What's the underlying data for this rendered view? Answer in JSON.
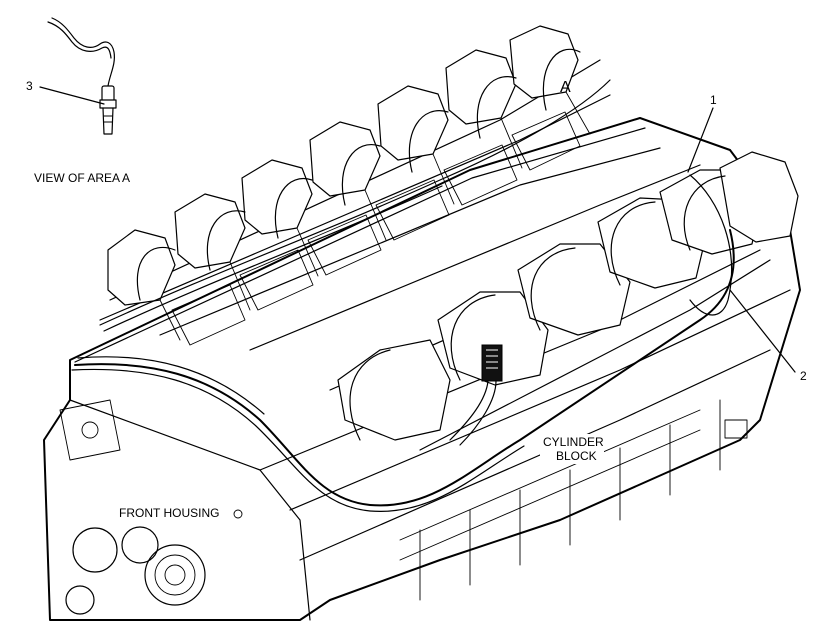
{
  "labels": {
    "callout_1": "1",
    "callout_2": "2",
    "callout_3": "3",
    "view_of_area": "VIEW OF AREA A",
    "area_marker": "A",
    "cylinder_block_line1": "CYLINDER",
    "cylinder_block_line2": "BLOCK",
    "front_housing": "FRONT HOUSING"
  }
}
